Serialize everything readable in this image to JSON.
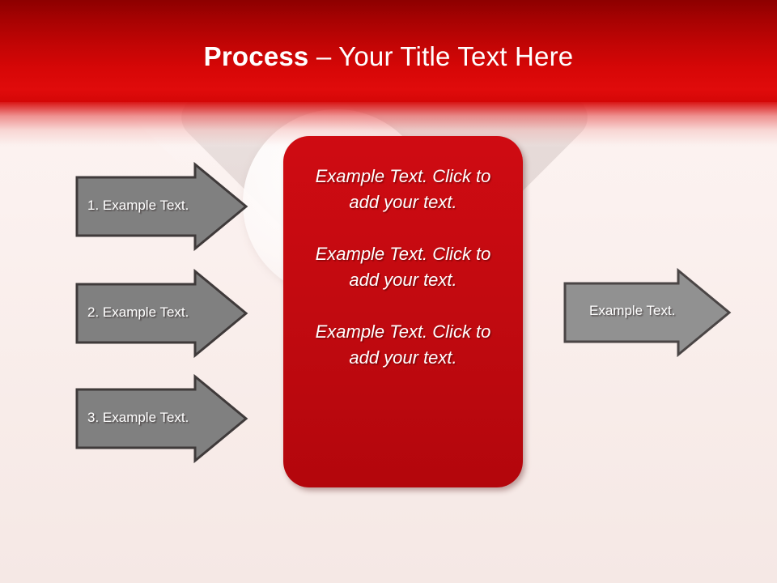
{
  "slide": {
    "title_bold": "Process",
    "title_rest": " – Your Title Text Here",
    "background_color": "#FBF1EF",
    "header_color_top": "#8D0000",
    "header_color_bottom": "#E00B0B"
  },
  "center_panel": {
    "fill_color": "#C20A10",
    "blocks": [
      "Example Text. Click  to add your text.",
      "Example Text. Click  to add your text.",
      "Example Text. Click  to add your text."
    ]
  },
  "input_arrows": {
    "fill_color": "#808080",
    "border_color": "#3F3A3A",
    "items": [
      {
        "label": "1. Example Text."
      },
      {
        "label": "2. Example Text."
      },
      {
        "label": "3. Example Text."
      }
    ]
  },
  "output_arrow": {
    "fill_color": "#919191",
    "border_color": "#4A4545",
    "label": "Example Text."
  }
}
